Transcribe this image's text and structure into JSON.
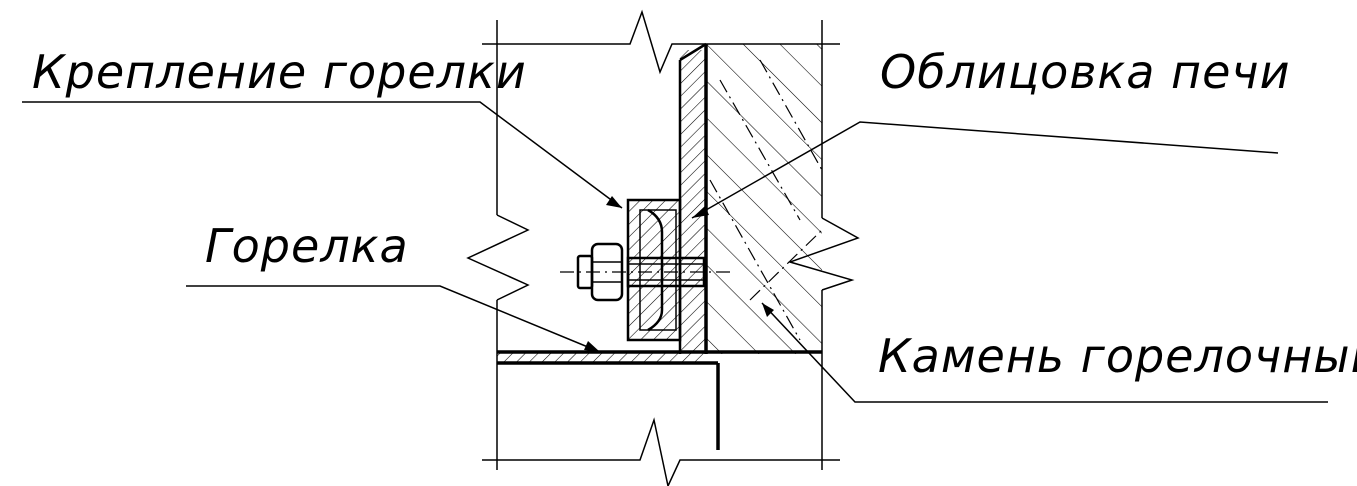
{
  "labels": {
    "burner_mount": "Крепление горелки",
    "furnace_lining": "Облицовка печи",
    "burner": "Горелка",
    "burner_stone": "Камень горелочный"
  }
}
